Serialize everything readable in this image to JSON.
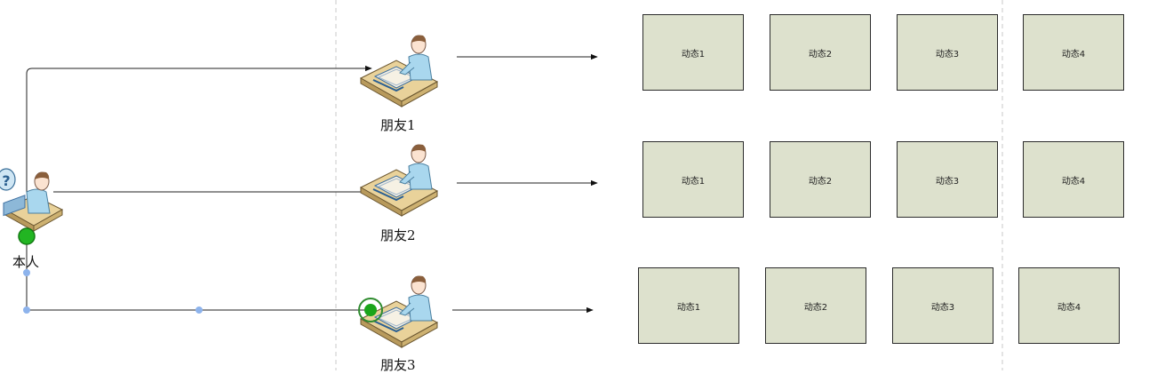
{
  "self": {
    "label": "本人"
  },
  "rows": [
    {
      "friend": "朋友1",
      "moments": [
        "动态1",
        "动态2",
        "动态3",
        "动态4"
      ]
    },
    {
      "friend": "朋友2",
      "moments": [
        "动态1",
        "动态2",
        "动态3",
        "动态4"
      ]
    },
    {
      "friend": "朋友3",
      "moments": [
        "动态1",
        "动态2",
        "动态3",
        "动态4"
      ]
    }
  ],
  "colors": {
    "box_fill": "#dde1cd",
    "selection_handle": "#1aa51a",
    "waypoint": "#7aa6e6"
  },
  "icons": [
    "person-at-desk-icon",
    "question-bubble-icon"
  ]
}
